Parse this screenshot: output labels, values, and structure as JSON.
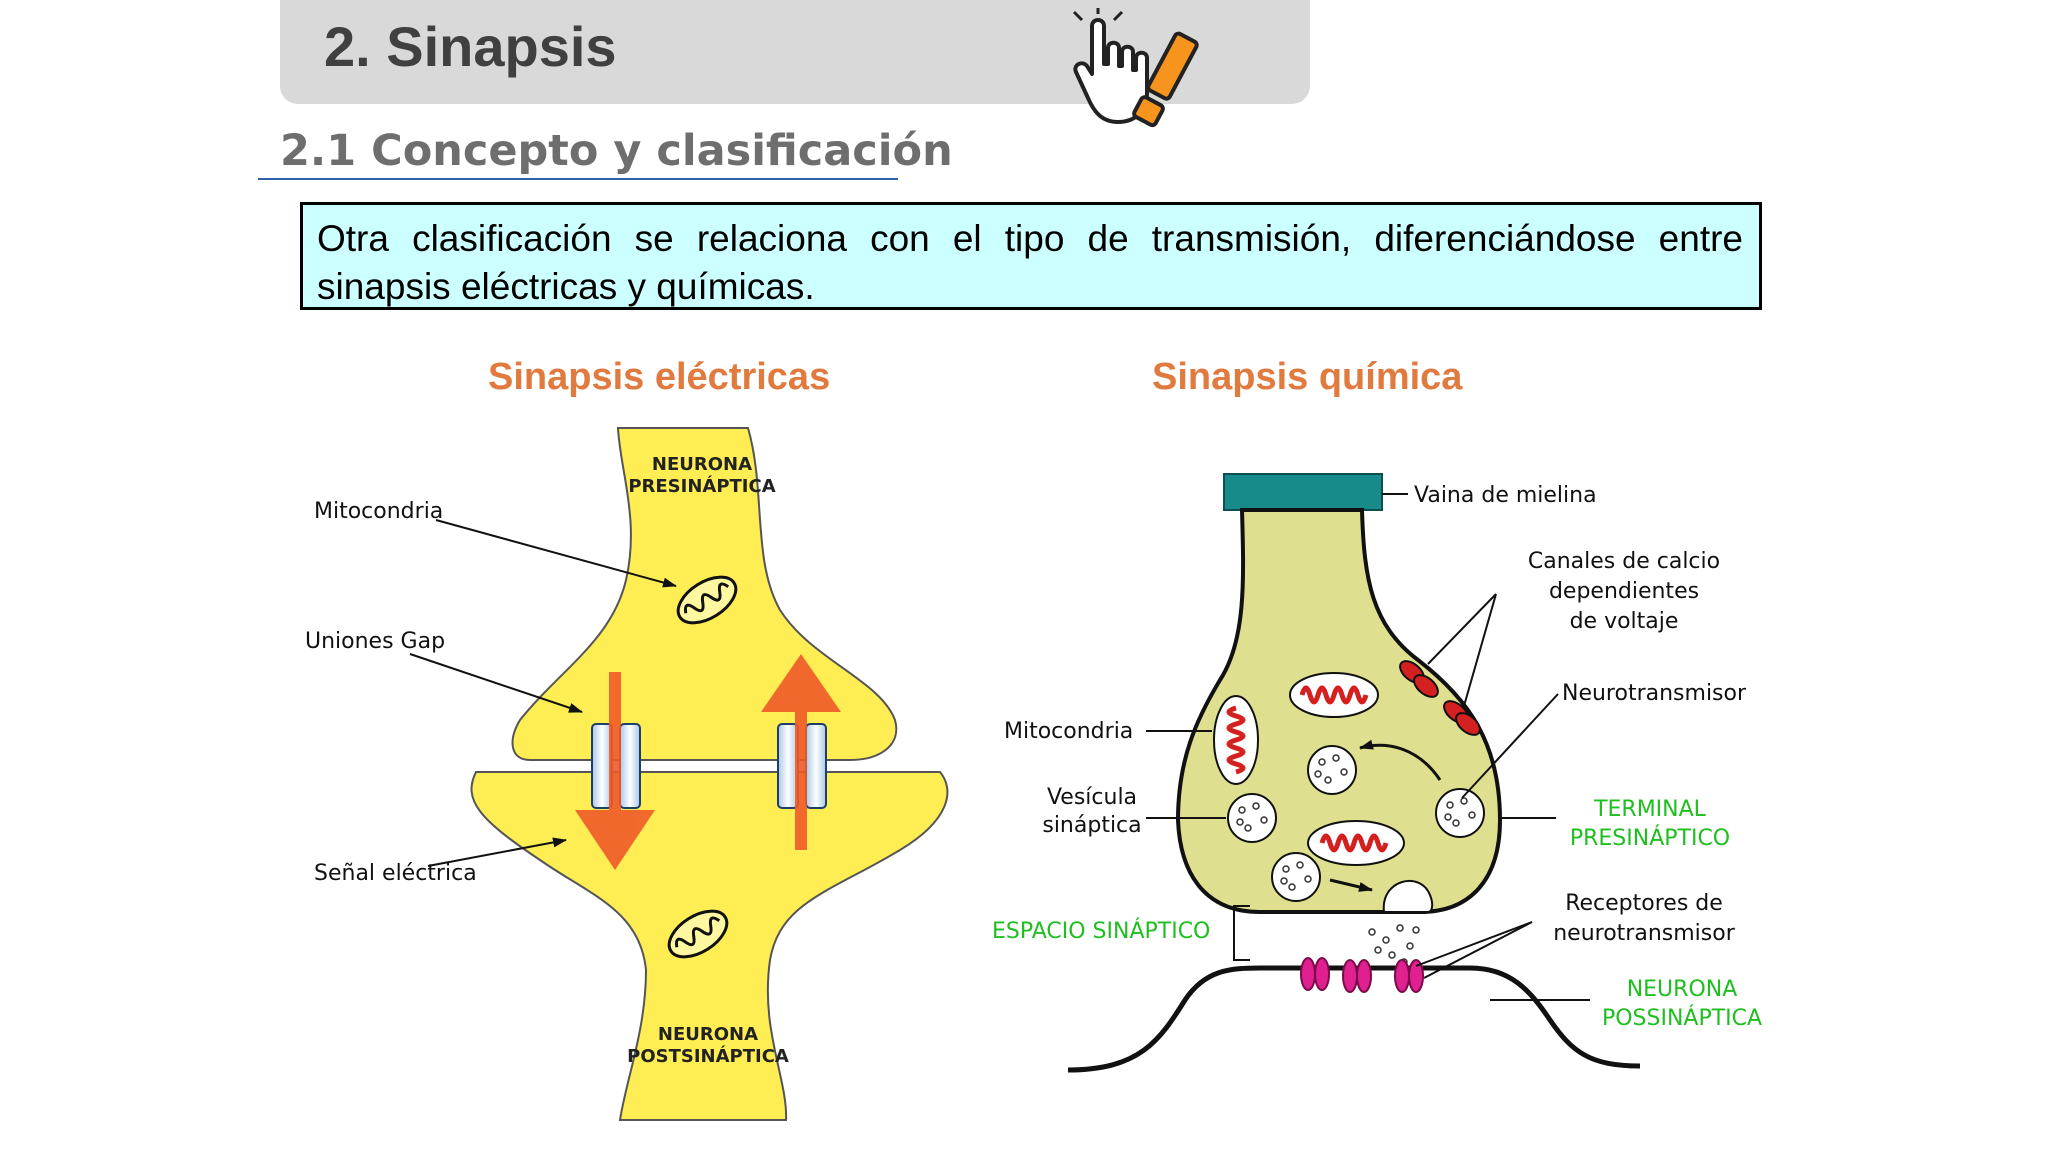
{
  "header": {
    "title": "2. Sinapsis",
    "subtitle": "2.1 Concepto y clasificación"
  },
  "note": "Otra clasificación se relaciona con el tipo de transmisión,  diferenciándose entre sinapsis eléctricas y químicas.",
  "electrical": {
    "title": "Sinapsis eléctricas",
    "labels": {
      "pre": [
        "NEURONA",
        "PRESINÁPTICA"
      ],
      "post": [
        "NEURONA",
        "POSTSINÁPTICA"
      ],
      "mito": "Mitocondria",
      "gap": "Uniones Gap",
      "signal": "Señal eléctrica"
    }
  },
  "chemical": {
    "title": "Sinapsis química",
    "labels": {
      "myelin": "Vaina de mielina",
      "calcium": [
        "Canales de calcio",
        "dependientes",
        "de voltaje"
      ],
      "neurotransmitter": "Neurotransmisor",
      "mito": "Mitocondria",
      "vesicle": [
        "Vesícula",
        "sináptica"
      ],
      "terminal": [
        "TERMINAL",
        "PRESINÁPTICO"
      ],
      "cleft": "ESPACIO SINÁPTICO",
      "receptors": [
        "Receptores de",
        "neurotransmisor"
      ],
      "postneuron": [
        "NEURONA",
        "POSSINÁPTICA"
      ]
    }
  },
  "colors": {
    "cell_yellow": "#ffed54",
    "terminal_fill": "#dfdf90",
    "accent_orange": "#e07a3e",
    "myelin_teal": "#178a8a",
    "label_green": "#1fbf1f",
    "mito_red": "#d42020",
    "receptor_magenta": "#e0208f"
  }
}
